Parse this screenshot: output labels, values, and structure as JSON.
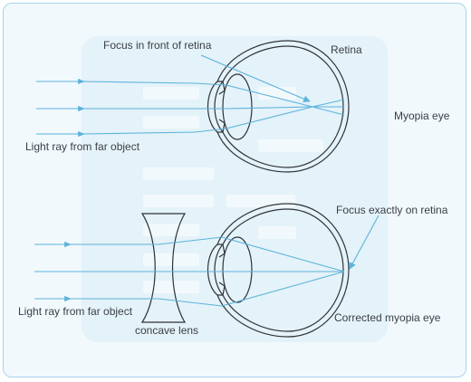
{
  "top": {
    "focus_label": "Focus in front of retina",
    "retina_label": "Retina",
    "ray_label": "Light ray from far object",
    "eye_label": "Myopia eye"
  },
  "bottom": {
    "focus_label": "Focus exactly on retina",
    "ray_label": "Light ray from far object",
    "lens_label": "concave lens",
    "eye_label": "Corrected myopia eye"
  },
  "colors": {
    "ray": "#5cb3dc",
    "outline": "#2e3338",
    "frame": "#a9d4ea",
    "background": "#f1f9fd",
    "panel": "#e4f2f9"
  }
}
